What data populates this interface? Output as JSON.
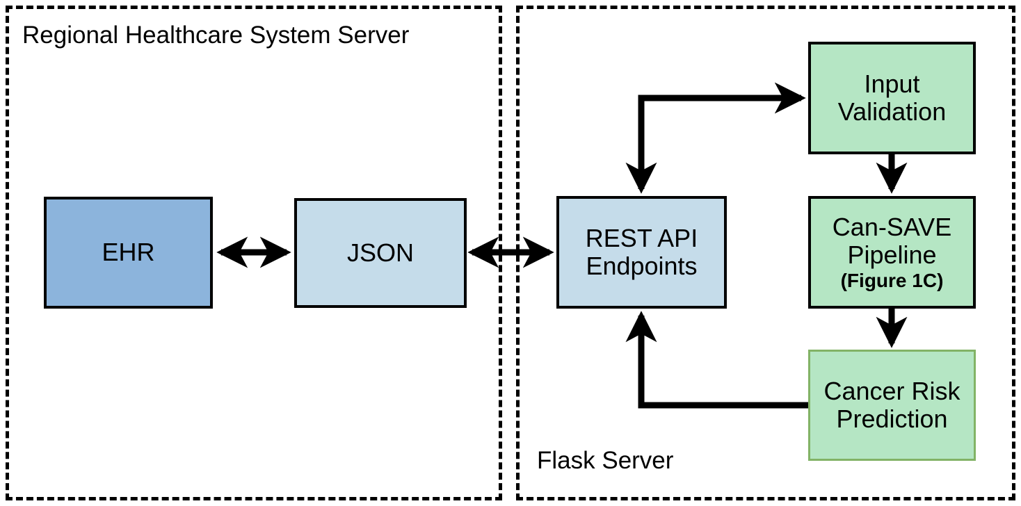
{
  "diagram": {
    "title_visible": false,
    "panels": [
      {
        "id": "regional-healthcare-system-server",
        "label": "Regional Healthcare System Server"
      },
      {
        "id": "flask-server",
        "label": "Flask Server"
      }
    ],
    "nodes": [
      {
        "id": "ehr",
        "label": "EHR",
        "fill": "#8cb4dc",
        "border": "#000000"
      },
      {
        "id": "json",
        "label": "JSON",
        "fill": "#c5dcea",
        "border": "#000000"
      },
      {
        "id": "rest-api",
        "line1": "REST API",
        "line2": "Endpoints",
        "fill": "#c5dcea",
        "border": "#000000"
      },
      {
        "id": "input-validation",
        "line1": "Input",
        "line2": "Validation",
        "fill": "#b5e6c4",
        "border": "#000000"
      },
      {
        "id": "can-save-pipeline",
        "line1": "Can-SAVE",
        "line2": "Pipeline",
        "line3": "(Figure 1C)",
        "fill": "#b5e6c4",
        "border": "#000000"
      },
      {
        "id": "cancer-risk",
        "line1": "Cancer Risk",
        "line2": "Prediction",
        "fill": "#b5e6c4",
        "border": "#82b366"
      }
    ],
    "edges": [
      {
        "id": "ehr-json",
        "from": "ehr",
        "to": "json",
        "style": "bidirectional"
      },
      {
        "id": "json-rest-api",
        "from": "json",
        "to": "rest-api",
        "style": "bidirectional"
      },
      {
        "id": "rest-api-input-validation",
        "from": "rest-api",
        "to": "input-validation",
        "style": "bidirectional-elbow"
      },
      {
        "id": "input-validation-can-save",
        "from": "input-validation",
        "to": "can-save-pipeline",
        "style": "directed"
      },
      {
        "id": "can-save-cancer-risk",
        "from": "can-save-pipeline",
        "to": "cancer-risk",
        "style": "directed"
      },
      {
        "id": "cancer-risk-rest-api",
        "from": "cancer-risk",
        "to": "rest-api",
        "style": "directed-elbow"
      }
    ],
    "colors": {
      "blue_dark": "#8cb4dc",
      "blue_light": "#c5dcea",
      "green": "#b5e6c4",
      "green_border": "#82b366",
      "stroke": "#000000"
    }
  }
}
